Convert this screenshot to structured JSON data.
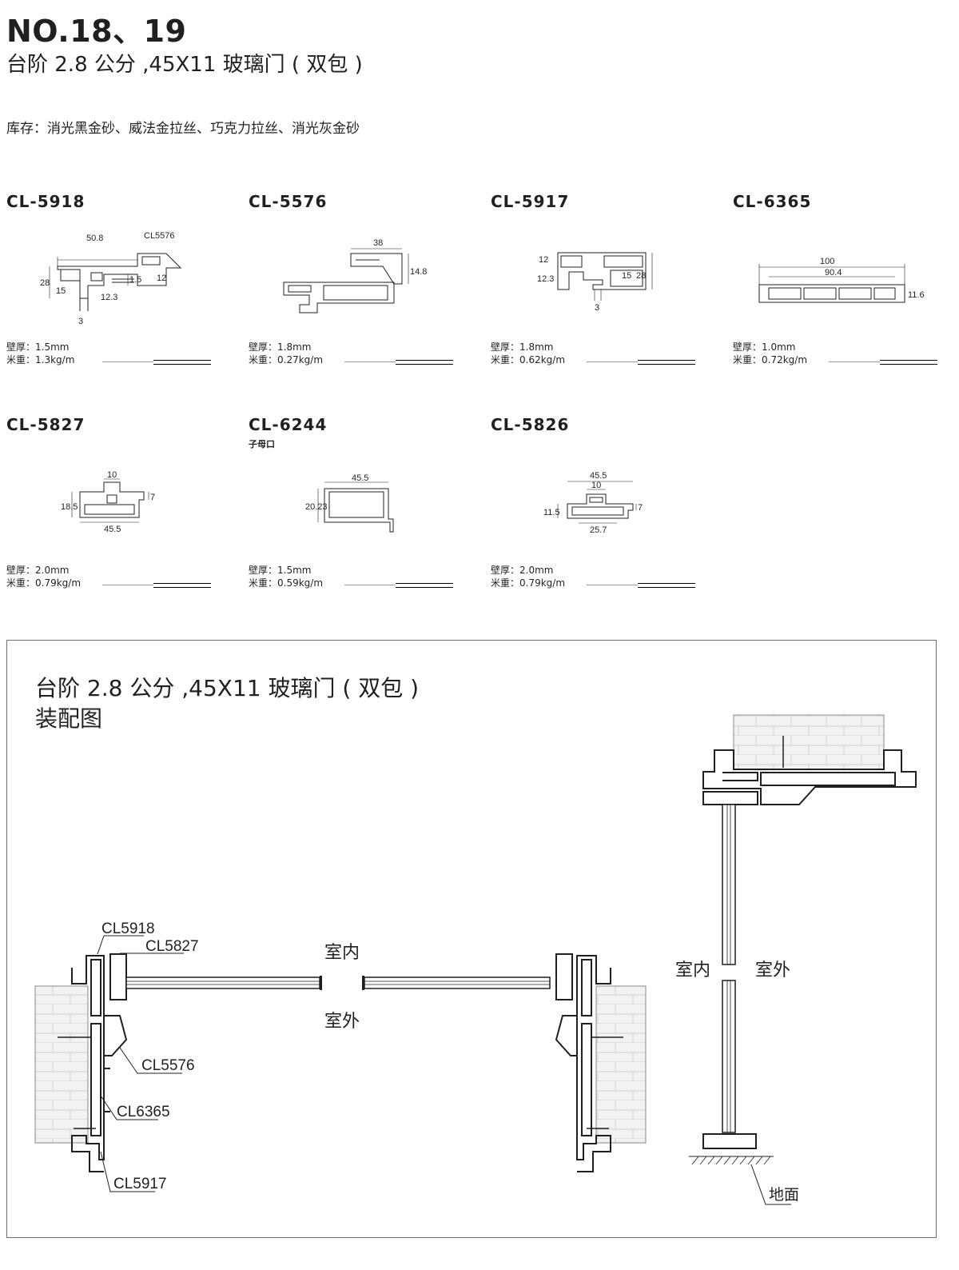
{
  "header": {
    "title": "NO.18、19",
    "subtitle": "台阶 2.8 公分 ,45X11 玻璃门 ( 双包 )",
    "stock": "库存：消光黑金砂、威法金拉丝、巧克力拉丝、消光灰金砂"
  },
  "colors": {
    "line": "#231f20",
    "brick_fill": "#f1f2f2",
    "brick_line": "#c8c8c8",
    "frame": "#6d6e71"
  },
  "profiles": [
    {
      "code": "CL-5918",
      "note": "",
      "wall": "壁厚：1.5mm",
      "weight": "米重：1.3kg/m",
      "dims": [
        "50.8",
        "CL5576",
        "28",
        "15",
        "1.5",
        "12",
        "12.3",
        "3"
      ]
    },
    {
      "code": "CL-5576",
      "note": "",
      "wall": "壁厚：1.8mm",
      "weight": "米重：0.27kg/m",
      "dims": [
        "38",
        "14.8"
      ]
    },
    {
      "code": "CL-5917",
      "note": "",
      "wall": "壁厚：1.8mm",
      "weight": "米重：0.62kg/m",
      "dims": [
        "12",
        "12.3",
        "15",
        "28",
        "3"
      ]
    },
    {
      "code": "CL-6365",
      "note": "",
      "wall": "壁厚：1.0mm",
      "weight": "米重：0.72kg/m",
      "dims": [
        "100",
        "90.4",
        "11.6"
      ]
    },
    {
      "code": "CL-5827",
      "note": "",
      "wall": "壁厚：2.0mm",
      "weight": "米重：0.79kg/m",
      "dims": [
        "10",
        "18.5",
        "7",
        "45.5"
      ]
    },
    {
      "code": "CL-6244",
      "note": "子母口",
      "wall": "壁厚：1.5mm",
      "weight": "米重：0.59kg/m",
      "dims": [
        "45.5",
        "20.23"
      ]
    },
    {
      "code": "CL-5826",
      "note": "",
      "wall": "壁厚：2.0mm",
      "weight": "米重：0.79kg/m",
      "dims": [
        "45.5",
        "10",
        "11.5",
        "7",
        "25.7"
      ]
    }
  ],
  "assembly": {
    "title": "台阶 2.8 公分 ,45X11 玻璃门 ( 双包 )",
    "subtitle": "装配图",
    "labels": {
      "cl5918": "CL5918",
      "cl5827": "CL5827",
      "cl5576": "CL5576",
      "cl6365": "CL6365",
      "cl5917": "CL5917",
      "indoor": "室内",
      "outdoor": "室外",
      "indoor_side": "室内",
      "outdoor_side": "室外",
      "floor": "地面"
    }
  }
}
